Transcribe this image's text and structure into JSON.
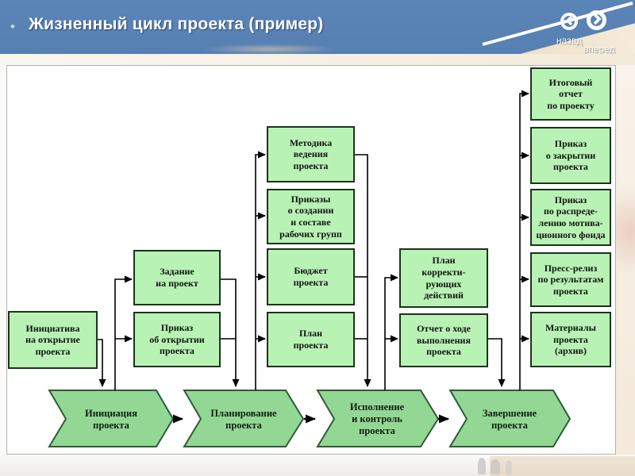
{
  "header": {
    "bullet": "•",
    "title": "Жизненный цикл проекта (пример)",
    "nav": {
      "back_label": "назад",
      "forward_label": "вперед",
      "back_icon": "chevron-left",
      "forward_icon": "chevron-right"
    }
  },
  "diagram": {
    "documents": [
      {
        "id": "initiative",
        "label": "Инициатива\nна открытие\nпроекта"
      },
      {
        "id": "task",
        "label": "Задание\nна проект"
      },
      {
        "id": "order-open",
        "label": "Приказ\nоб открытии\nпроекта"
      },
      {
        "id": "methodology",
        "label": "Методика\nведения\nпроекта"
      },
      {
        "id": "orders-workgroups",
        "label": "Приказы\nо создании\nи составе\nрабочих групп"
      },
      {
        "id": "budget",
        "label": "Бюджет\nпроекта"
      },
      {
        "id": "plan",
        "label": "План\nпроекта"
      },
      {
        "id": "corrective-plan",
        "label": "План\nкорректи-\nрующих\nдействий"
      },
      {
        "id": "progress-report",
        "label": "Отчет о ходе\nвыполнения\nпроекта"
      },
      {
        "id": "final-report",
        "label": "Итоговый\nотчет\nпо проекту"
      },
      {
        "id": "order-close",
        "label": "Приказ\nо закрытии\nпроекта"
      },
      {
        "id": "order-fund",
        "label": "Приказ\nпо распреде-\nлению мотива-\nционного фонда"
      },
      {
        "id": "press-release",
        "label": "Пресс-релиз\nпо результатам\nпроекта"
      },
      {
        "id": "materials",
        "label": "Материалы\nпроекта\n(архив)"
      }
    ],
    "phases": [
      {
        "id": "initiation",
        "label": "Инициация\nпроекта"
      },
      {
        "id": "planning",
        "label": "Планирование\nпроекта"
      },
      {
        "id": "execution",
        "label": "Исполнение\nи контроль\nпроекта"
      },
      {
        "id": "closing",
        "label": "Завершение\nпроекта"
      }
    ]
  },
  "colors": {
    "header_blue": "#5b84b7",
    "doc_fill": "#b9f2b5",
    "doc_border": "#1c331c",
    "phase_fill": "#93d795",
    "phase_border": "#2f5b35",
    "line_color": "#000000",
    "cream": "#eddcc3"
  }
}
